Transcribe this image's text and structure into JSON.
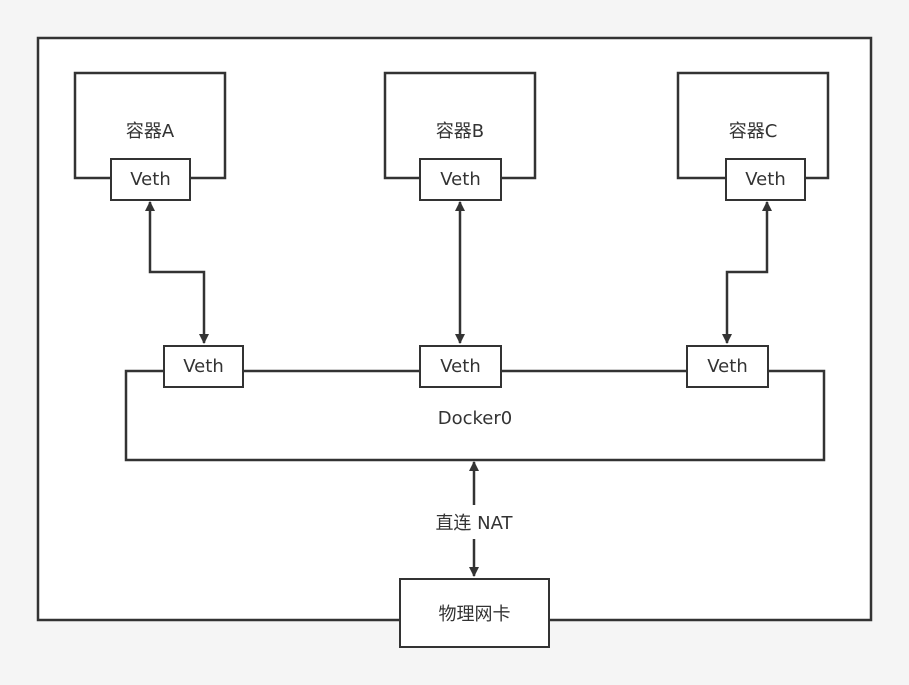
{
  "containers": [
    {
      "label": "容器A",
      "veth": "Veth"
    },
    {
      "label": "容器B",
      "veth": "Veth"
    },
    {
      "label": "容器C",
      "veth": "Veth"
    }
  ],
  "bridge": {
    "label": "Docker0",
    "veths": [
      "Veth",
      "Veth",
      "Veth"
    ]
  },
  "link": {
    "label": "直连 NAT"
  },
  "nic": {
    "label": "物理网卡"
  },
  "colors": {
    "stroke": "#333333",
    "fill": "#ffffff",
    "background": "#f5f5f5"
  }
}
